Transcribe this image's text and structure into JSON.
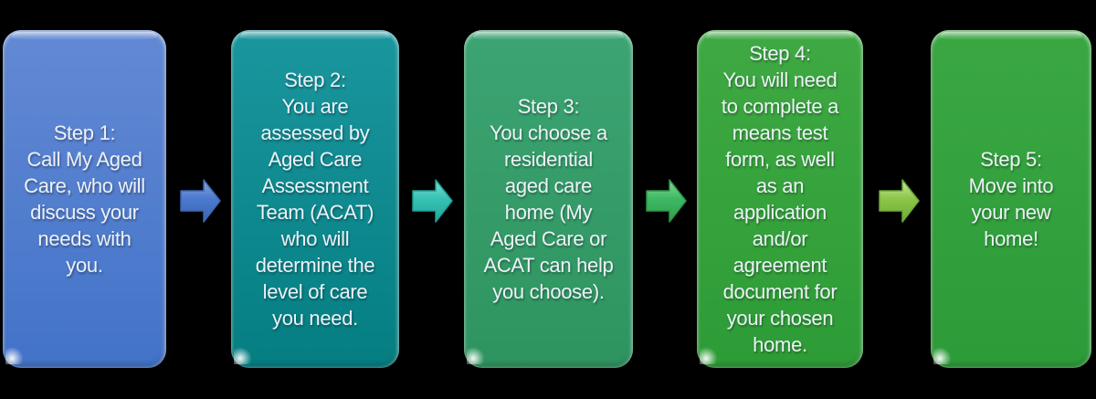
{
  "diagram": {
    "background": "#000000",
    "text_color": "#edf2f8"
  },
  "steps": [
    {
      "title": "Step 1:",
      "body": "Call My Aged\nCare, who will\ndiscuss your\nneeds with\nyou.",
      "color_top": "#6389d4",
      "color_bottom": "#4273c8"
    },
    {
      "title": "Step 2:",
      "body": "You are\nassessed by\nAged Care\nAssessment\nTeam (ACAT)\nwho will\ndetermine the\nlevel of care\nyou need.",
      "color_top": "#1a969e",
      "color_bottom": "#047e81"
    },
    {
      "title": "Step 3:",
      "body": "You choose a\nresidential\naged care\nhome (My\nAged Care or\nACAT can help\nyou choose).",
      "color_top": "#3ca473",
      "color_bottom": "#2e945f"
    },
    {
      "title": "Step 4:",
      "body": "You will need\nto complete a\nmeans test\nform, as well\nas an\napplication\nand/or\nagreement\ndocument for\nyour chosen\nhome.",
      "color_top": "#3fa943",
      "color_bottom": "#2d9c36"
    },
    {
      "title": "Step 5:",
      "body": "Move into\nyour new\nhome!",
      "color_top": "#3aa742",
      "color_bottom": "#2c9b38"
    }
  ],
  "arrows": [
    {
      "top": "#8aa7e0",
      "mid": "#4b79ce",
      "bottom": "#3a66b5",
      "stroke": "#3c66ad"
    },
    {
      "top": "#7fe0d6",
      "mid": "#35c2b4",
      "bottom": "#23a79b",
      "stroke": "#1f9e93"
    },
    {
      "top": "#8ad99b",
      "mid": "#3eb863",
      "bottom": "#2f9e4d",
      "stroke": "#2c9549"
    },
    {
      "top": "#cfe9a4",
      "mid": "#8cc549",
      "bottom": "#6fae36",
      "stroke": "#6da637"
    }
  ]
}
